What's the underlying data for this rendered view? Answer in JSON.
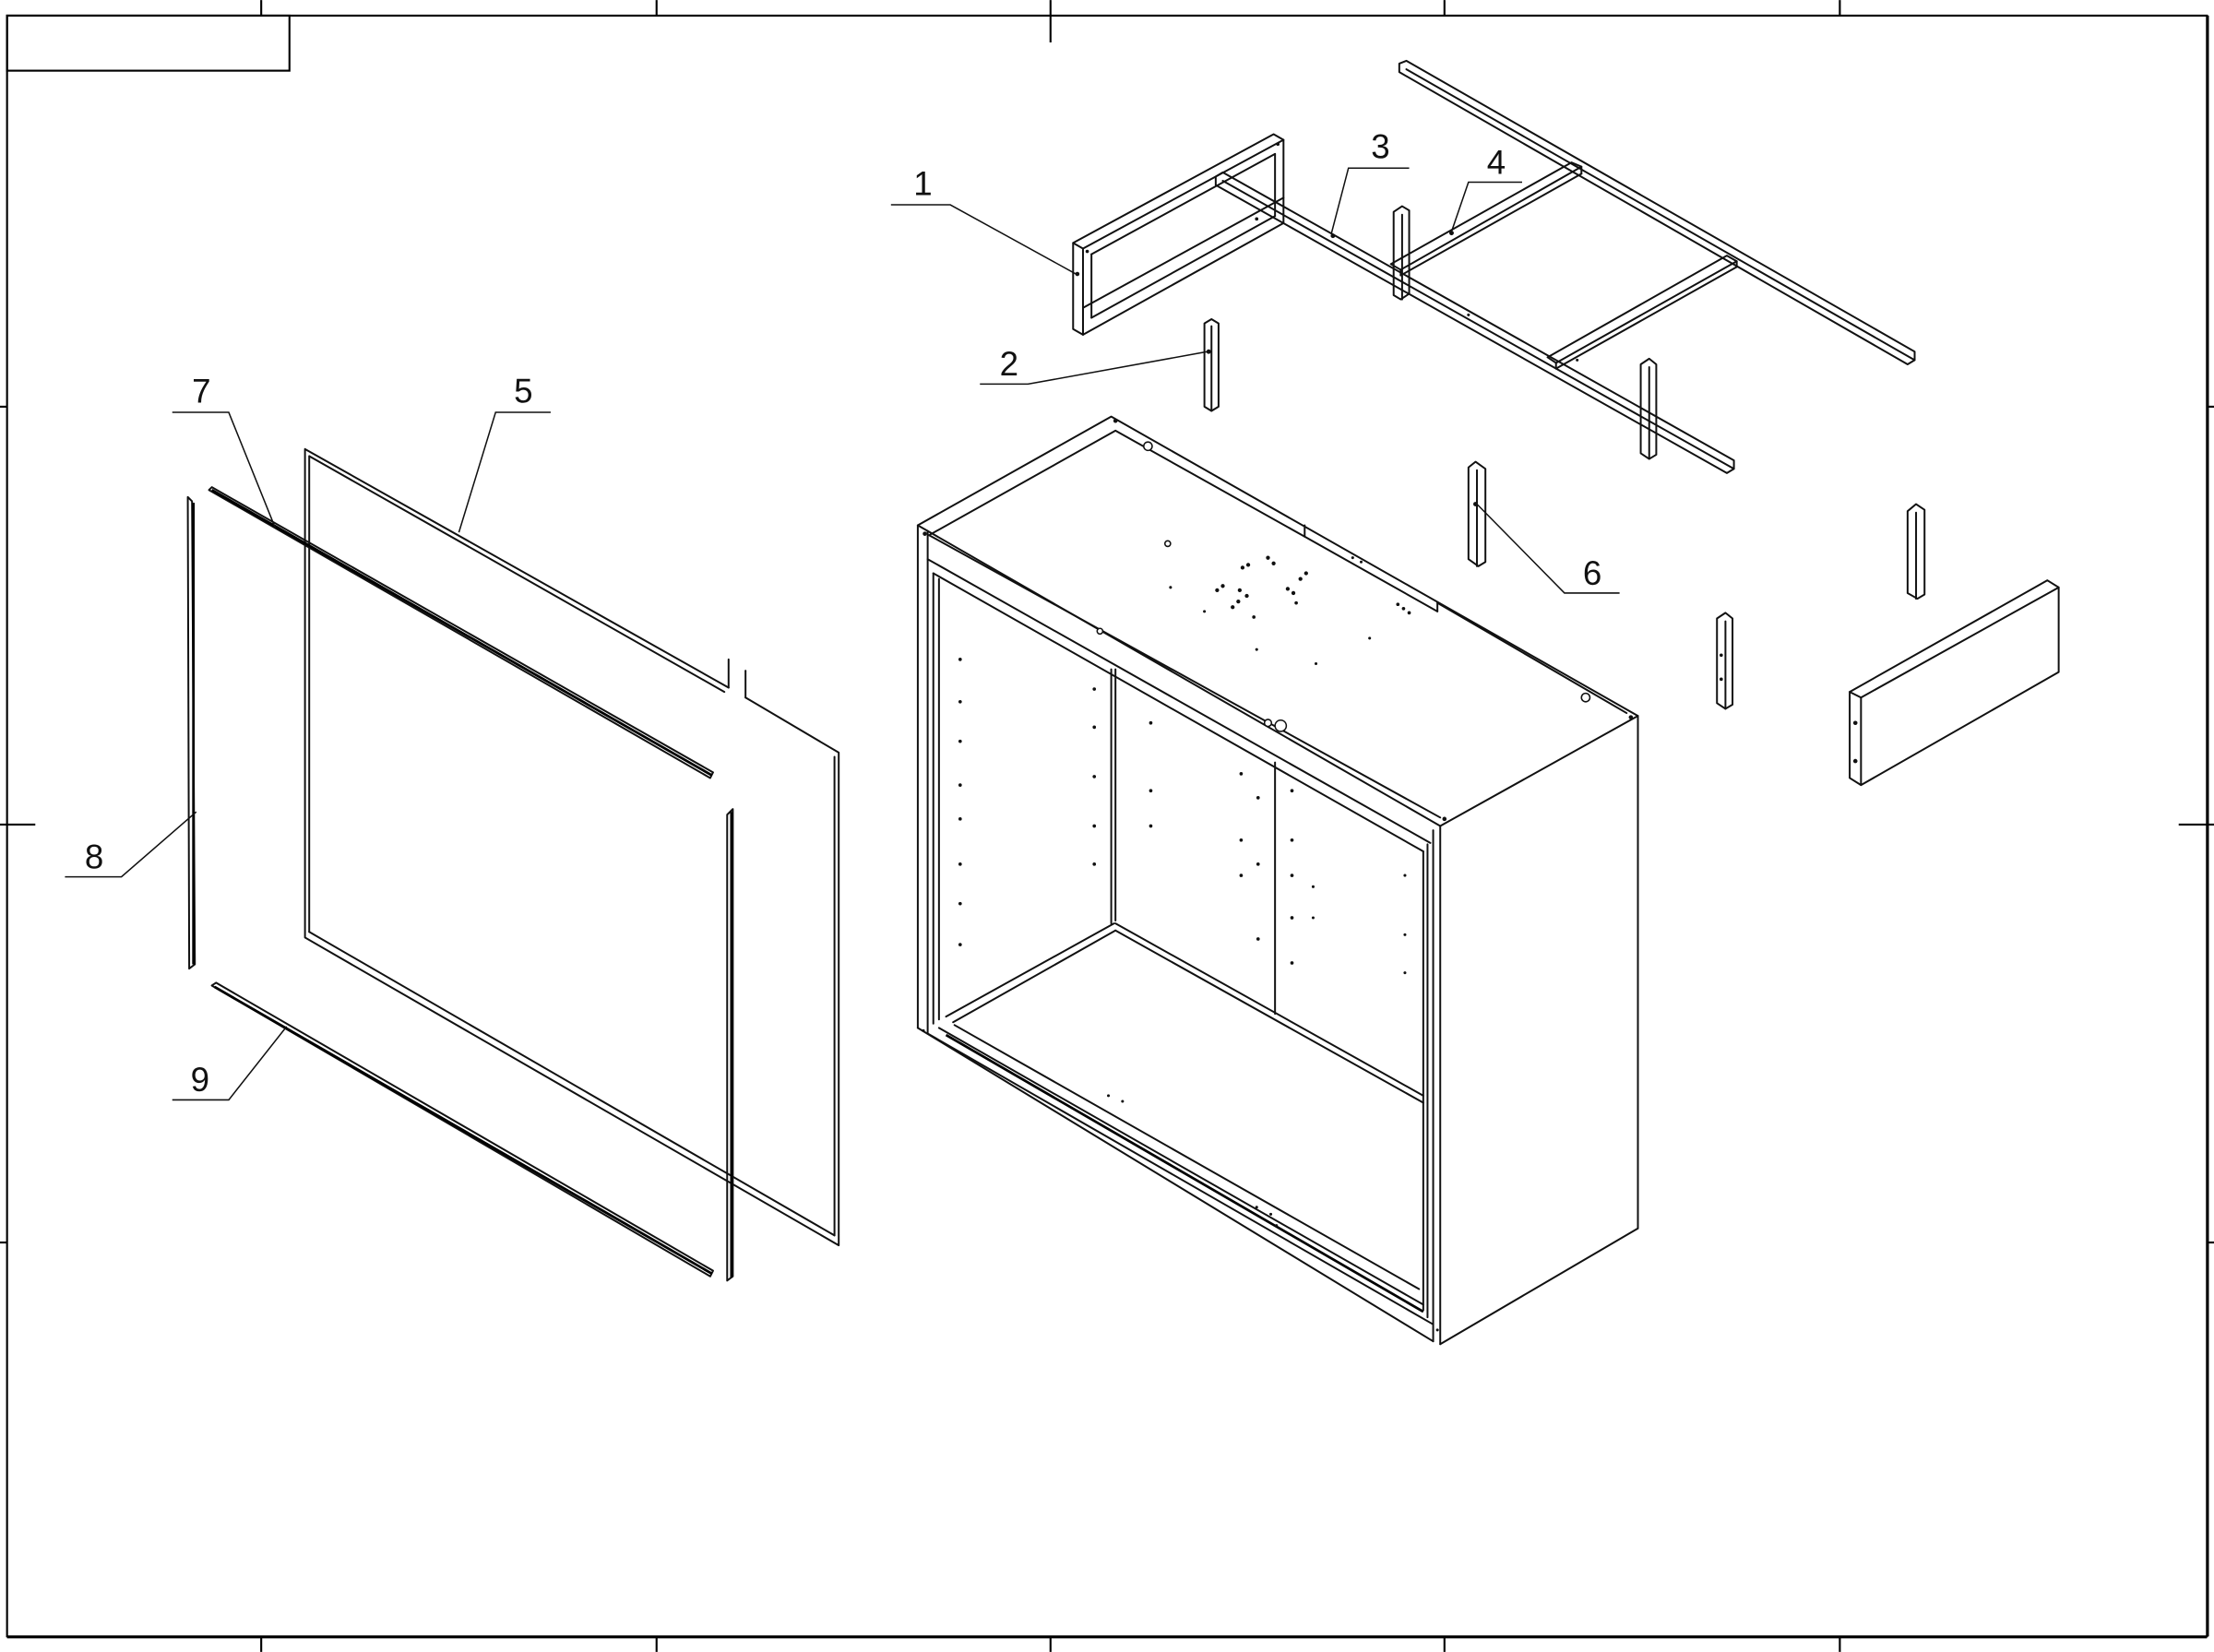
{
  "drawing": {
    "type": "exploded isometric assembly drawing",
    "subject": "metal cabinet frame assembly",
    "title_block_top_left": "",
    "colors": {
      "line": "#111111",
      "background": "#ffffff"
    }
  },
  "border": {
    "top_ticks_x": [
      185,
      465,
      744,
      1023,
      1303
    ],
    "bottom_ticks_x": [
      185,
      465,
      744,
      1023,
      1303
    ],
    "side_ticks_y": [
      288,
      584,
      880
    ]
  },
  "callouts": [
    {
      "id": "1",
      "label": "1",
      "part": "end frame"
    },
    {
      "id": "2",
      "label": "2",
      "part": "vertical bracket"
    },
    {
      "id": "3",
      "label": "3",
      "part": "long rail"
    },
    {
      "id": "4",
      "label": "4",
      "part": "cross member"
    },
    {
      "id": "5",
      "label": "5",
      "part": "glass panel"
    },
    {
      "id": "6",
      "label": "6",
      "part": "support bracket"
    },
    {
      "id": "7",
      "label": "7",
      "part": "top glazing strip"
    },
    {
      "id": "8",
      "label": "8",
      "part": "side glazing strip"
    },
    {
      "id": "9",
      "label": "9",
      "part": "bottom glazing strip"
    }
  ]
}
